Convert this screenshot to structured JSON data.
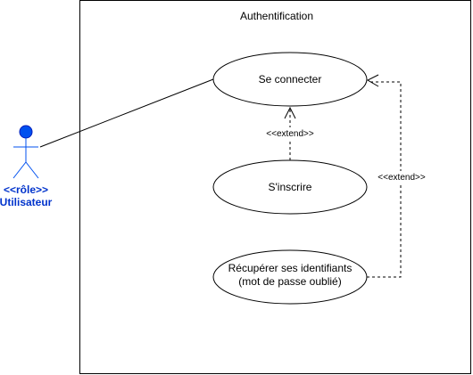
{
  "system": {
    "title": "Authentification"
  },
  "actor": {
    "stereotype": "<<rôle>>",
    "name": "Utilisateur",
    "color": "#0033cc",
    "head_color": "#0050ef"
  },
  "use_cases": {
    "connect": "Se connecter",
    "register": "S'inscrire",
    "recover_line1": "Récupérer ses identifiants",
    "recover_line2": "(mot de passe oublié)"
  },
  "relations": {
    "extend_register": "<<extend>>",
    "extend_recover": "<<extend>>"
  }
}
